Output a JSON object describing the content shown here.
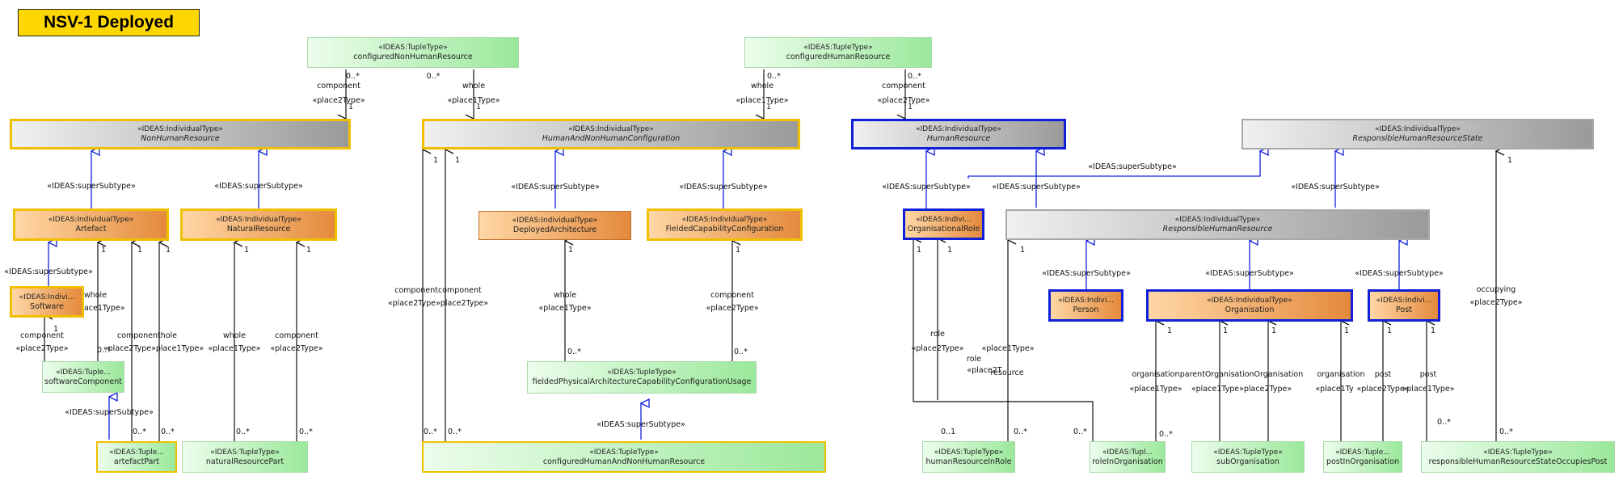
{
  "title": "NSV-1 Deployed",
  "stereo": {
    "individualType": "«IDEAS:IndividualType»",
    "individualShort": "«IDEAS:Indivi...",
    "tupleType": "«IDEAS:TupleType»",
    "tupleShort": "«IDEAS:Tuple...",
    "tuplePl": "«IDEAS:Tupl..."
  },
  "names": {
    "nonHumanResource": "NonHumanResource",
    "humanAndNonHumanConfiguration": "HumanAndNonHumanConfiguration",
    "humanResource": "HumanResource",
    "responsibleHumanResourceState": "ResponsibleHumanResourceState",
    "artefact": "Artefact",
    "naturalResource": "NaturalResource",
    "deployedArchitecture": "DeployedArchitecture",
    "fieldedCapabilityConfiguration": "FieldedCapabilityConfiguration",
    "organisationalRole": "OrganisationalRole",
    "responsibleHumanResource": "ResponsibleHumanResource",
    "software": "Software",
    "person": "Person",
    "organisation": "Organisation",
    "post": "Post",
    "configuredNonHumanResource": "configuredNonHumanResource",
    "configuredHumanResource": "configuredHumanResource",
    "softwareComponent": "softwareComponent",
    "fieldedPhysicalArchitectureCapabilityConfigurationUsage": "fieldedPhysicalArchitectureCapabilityConfigurationUsage",
    "artefactPart": "artefactPart",
    "naturalResourcePart": "naturalResourcePart",
    "configuredHumanAndNonHumanResource": "configuredHumanAndNonHumanResource",
    "humanResourceInRole": "humanResourceInRole",
    "roleInOrganisation": "roleInOrganisation",
    "subOrganisation": "subOrganisation",
    "postInOrganisation": "postInOrganisation",
    "responsibleHumanResourceStateOccupiesPost": "responsibleHumanResourceStateOccupiesPost"
  },
  "connector": {
    "superSubtype": "«IDEAS:superSubtype»",
    "place1Type": "«place1Type»",
    "place2Type": "«place2Type»",
    "place2T": "«place2T",
    "place1Ty": "«place1Ty",
    "place2Type_short": "«place2Type»",
    "place2Type_combo": "«place2Type»place1Type»",
    "place2Type_combo2": "«place2Type»place2Type»",
    "place1Type_combo": "«place1Type»place2Type»",
    "whole": "whole",
    "component": "component",
    "componentcomponent": "componentcomponent",
    "componenthole": "componenthole",
    "role": "role",
    "resource": "resource",
    "organisation": "organisation",
    "parentOrganisationOrganisation": "parentOrganisationOrganisation",
    "post": "post",
    "occupying": "occupying",
    "mult_one": "1",
    "mult_many": "0..*",
    "mult_01": "0..1"
  }
}
